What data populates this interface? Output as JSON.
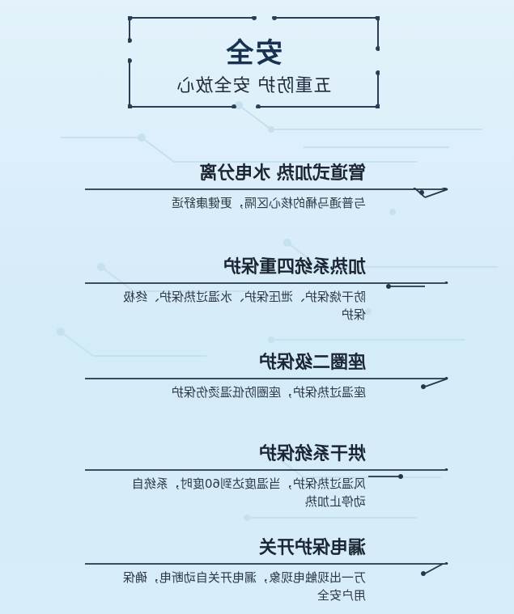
{
  "header": {
    "title": "安全",
    "subtitle": "五重防护 安全放心"
  },
  "sections": [
    {
      "title": "管道式加热 水电分离",
      "desc": "与普通马桶的核心区隔，更健康舒适"
    },
    {
      "title": "加热系统四重保护",
      "desc": "防干烧保护、泄压保护、水温过热保护、终极保护"
    },
    {
      "title": "座圈二级保护",
      "desc": "座温过热保护，座圈防低温烫伤保护"
    },
    {
      "title": "烘干系统保护",
      "desc": "风温过热保护，当温度达到60度时，系统自动停止加热"
    },
    {
      "title": "漏电保护开关",
      "desc": "万一出现触电现象，漏电开关自动断电，确保用户安全"
    }
  ],
  "colors": {
    "background": "#dcefF9",
    "frame": "#2c3e57",
    "title": "#18314f",
    "text": "#2c3744",
    "line": "#25364a"
  }
}
